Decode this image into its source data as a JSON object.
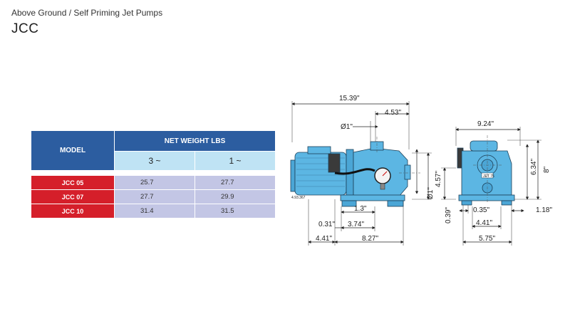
{
  "header": {
    "subtitle": "Above Ground / Self Priming Jet Pumps",
    "title": "JCC"
  },
  "weight_table": {
    "model_header": "MODEL",
    "net_weight_header": "NET WEIGHT LBS",
    "phase_3_header": "3 ~",
    "phase_1_header": "1 ~",
    "rows": [
      {
        "model": "JCC 05",
        "three_phase": "25.7",
        "single_phase": "27.7"
      },
      {
        "model": "JCC 07",
        "three_phase": "27.7",
        "single_phase": "29.9"
      },
      {
        "model": "JCC 10",
        "three_phase": "31.4",
        "single_phase": "31.5"
      }
    ]
  },
  "side_view": {
    "overall_length": "15.39\"",
    "outlet_offset": "4.53\"",
    "outlet_diameter": "Ø1\"",
    "inlet_diameter": "Ø1\"",
    "outlet_height": "4.57\"",
    "foot_width": "1.3\"",
    "foot_offset": "0.31\"",
    "foot_spacing": "3.74\"",
    "rear_offset": "4.41\"",
    "base_length": "8.27\"",
    "code_label": "4.93.367"
  },
  "front_view": {
    "overall_width": "9.24\"",
    "overall_height": "8\"",
    "inlet_height": "6.34\"",
    "base_height": "0.39\"",
    "hole_diameter": "0.35\"",
    "foot_thickness": "1.18\"",
    "bolt_spacing": "4.41\"",
    "base_width": "5.75\"",
    "badge": "JET 75"
  },
  "colors": {
    "header_blue": "#2c5da0",
    "subheader_light_blue": "#bfe3f4",
    "model_red": "#d51f2a",
    "value_lavender": "#c3c6e5",
    "pump_body": "#5cb6e3"
  }
}
